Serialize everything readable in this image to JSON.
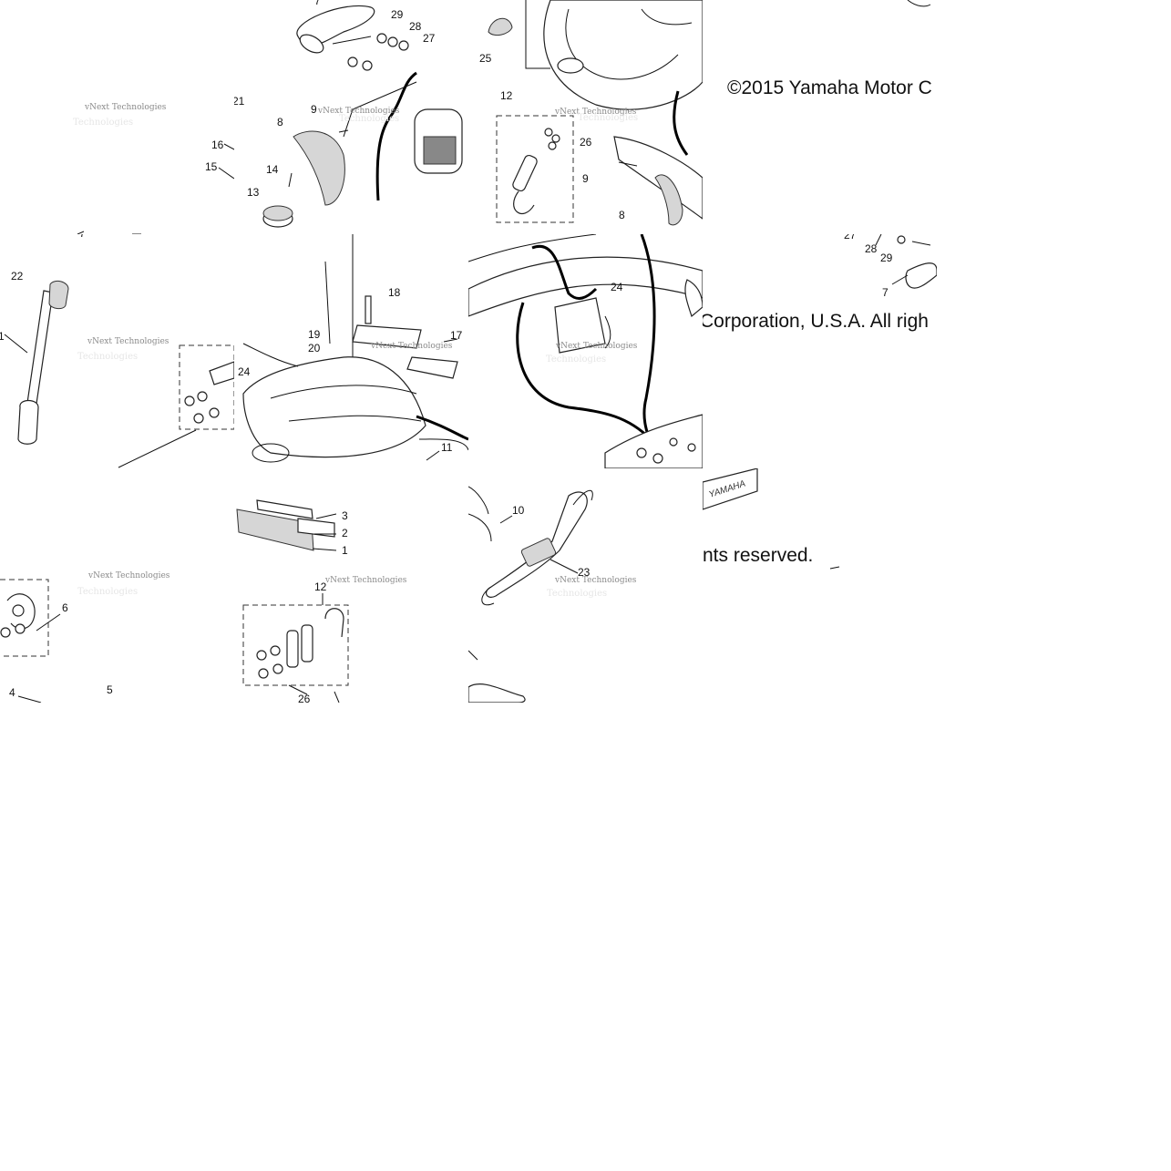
{
  "copyright": {
    "line1": "©2015 Yamaha Motor C",
    "line2": "Corporation, U.S.A. All righ",
    "line3": "nts reserved."
  },
  "watermark": {
    "line1": "vNext Technologies",
    "line2": "Technologies"
  },
  "brand_decal": "YAMAHA",
  "callouts": {
    "c1": "1",
    "c2": "2",
    "c3": "3",
    "c4": "4",
    "c5": "5",
    "c6": "6",
    "c7": "7",
    "c8": "8",
    "c9": "9",
    "c10": "10",
    "c11": "11",
    "c12": "12",
    "c13": "13",
    "c14": "14",
    "c15": "15",
    "c16": "16",
    "c17": "17",
    "c18": "18",
    "c19": "19",
    "c20": "20",
    "c21": "21",
    "c22": "22",
    "c23": "23",
    "c24": "24",
    "c25": "25",
    "c26": "26",
    "c27": "27",
    "c28": "28",
    "c29": "29"
  }
}
